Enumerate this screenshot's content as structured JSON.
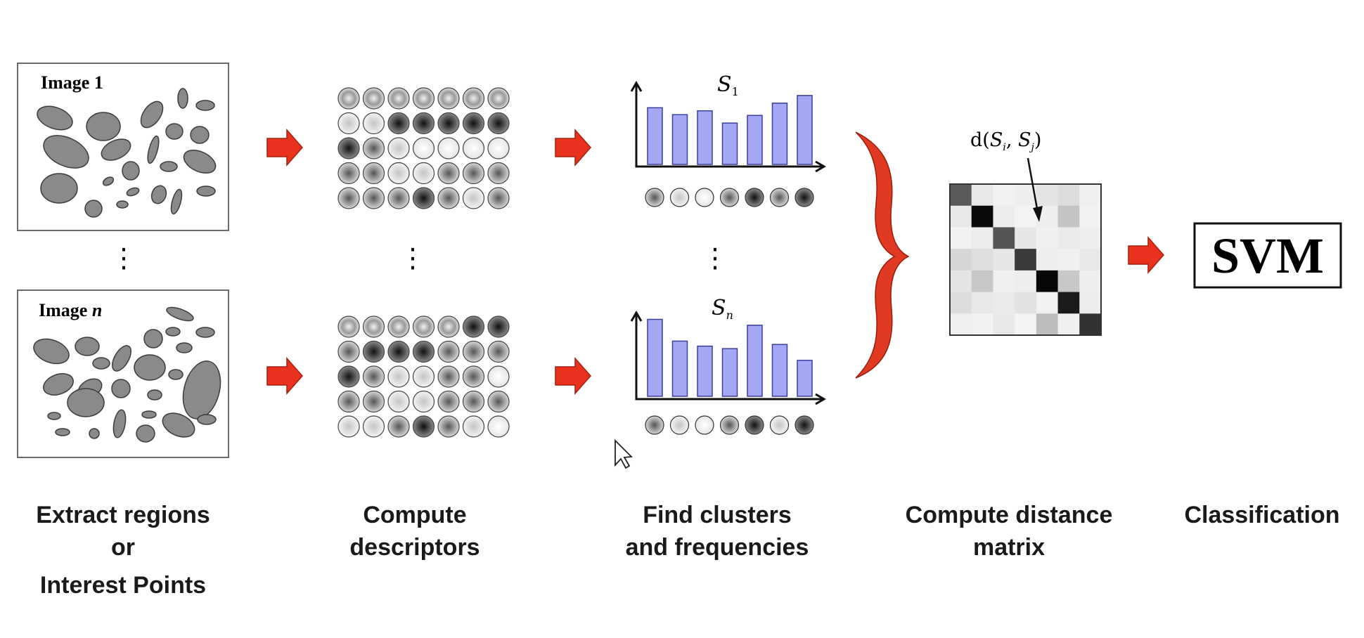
{
  "images": [
    {
      "label_prefix": "Image ",
      "label_index": "1"
    },
    {
      "label_prefix": "Image ",
      "label_index": "n"
    }
  ],
  "histograms": [
    {
      "label": "S",
      "subscript": "1",
      "values": [
        0.74,
        0.65,
        0.7,
        0.54,
        0.64,
        0.8,
        0.9
      ]
    },
    {
      "label": "S",
      "subscript": "n",
      "values": [
        0.92,
        0.66,
        0.6,
        0.57,
        0.85,
        0.62,
        0.43
      ]
    }
  ],
  "distance_label": {
    "prefix": "d(",
    "a": "S",
    "a_sub": "i",
    "sep": ", ",
    "b": "S",
    "b_sub": "j",
    "suffix": ")"
  },
  "ellipsis": "⋮",
  "classifier": "SVM",
  "steps": [
    {
      "lines": [
        "Extract regions",
        "or",
        "Interest Points"
      ]
    },
    {
      "lines": [
        "Compute",
        "descriptors"
      ]
    },
    {
      "lines": [
        "Find clusters",
        "and frequencies"
      ]
    },
    {
      "lines": [
        "Compute distance",
        "matrix"
      ]
    },
    {
      "lines": [
        "Classification"
      ]
    }
  ],
  "colors": {
    "arrow": "#e8321e",
    "arrow_edge": "#a8200f",
    "brace": "#e03a22",
    "bar_fill": "#a4a8f4",
    "bar_edge": "#3a3f9a",
    "blob": "#8a8a8a",
    "blob_edge": "#3c3c3c"
  }
}
